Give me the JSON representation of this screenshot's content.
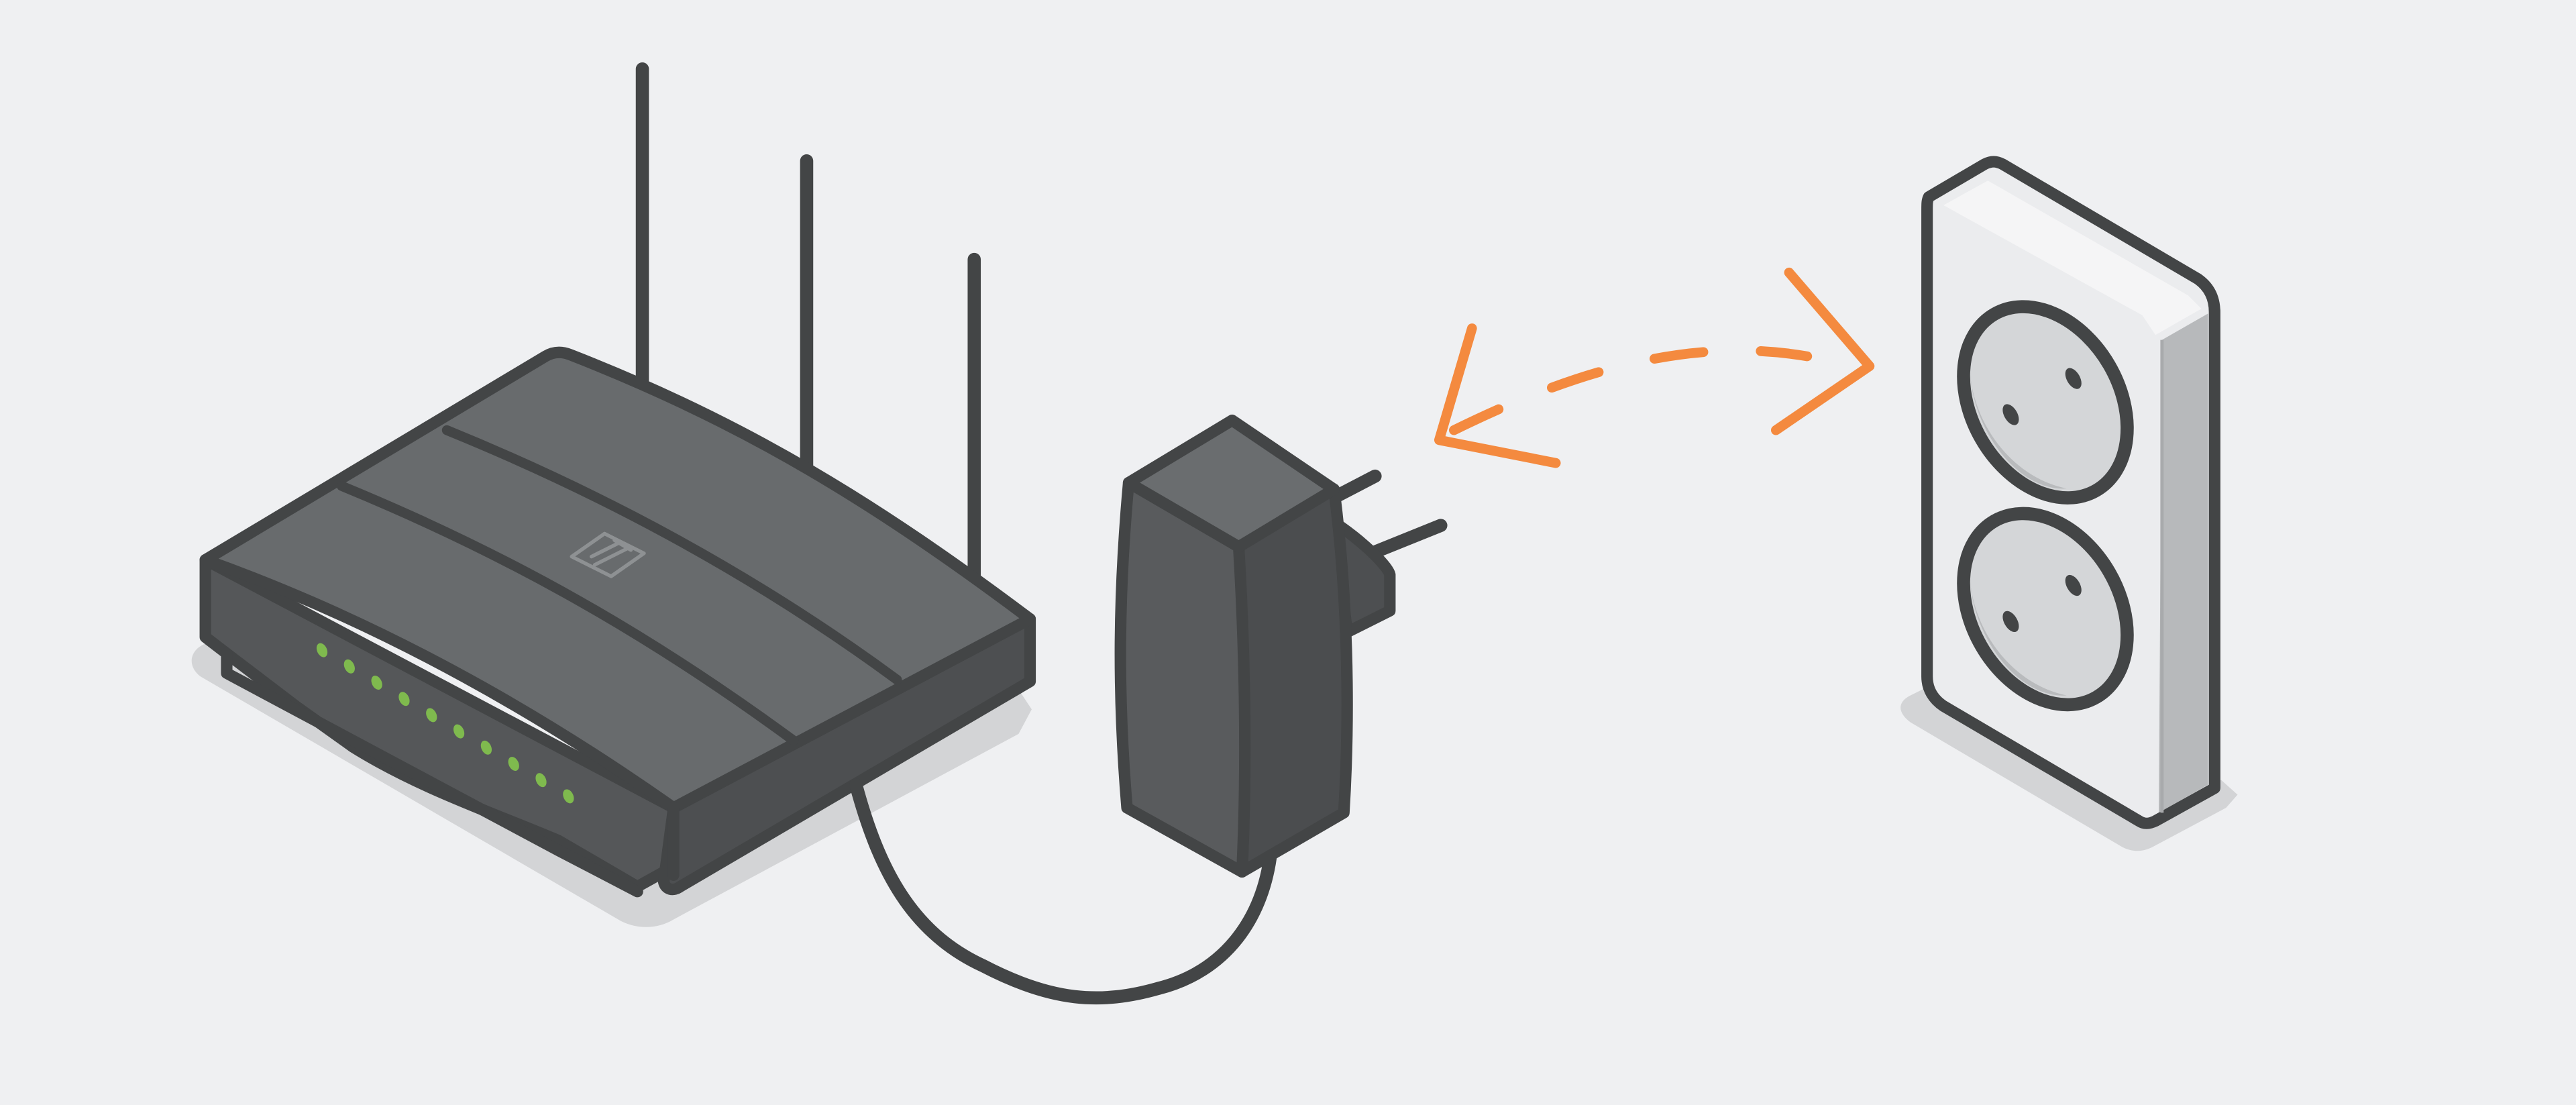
{
  "colors": {
    "background": "#eff0f2",
    "outline": "#434546",
    "router_top": "#686b6d",
    "router_side": "#555759",
    "router_front": "#4d4f51",
    "shadow": "#d3d4d6",
    "led": "#7fba4e",
    "logo": "#8e9193",
    "adapter_top": "#6a6d6f",
    "adapter_left": "#595b5d",
    "adapter_right": "#4b4d4f",
    "socket_face": "#ebecee",
    "socket_top": "#f5f5f6",
    "socket_side": "#b7b9bb",
    "socket_hole": "#d4d6d8",
    "socket_hole_shade": "#b9bbbd",
    "arrow": "#f48a3f"
  },
  "icons": {
    "router": "wifi-router-icon",
    "adapter": "power-adapter-icon",
    "outlet": "wall-outlet-icon",
    "motion": "plug-in-arrow-icon"
  },
  "router": {
    "antenna_count": 3,
    "led_count": 10
  },
  "outlet": {
    "socket_count": 2
  }
}
